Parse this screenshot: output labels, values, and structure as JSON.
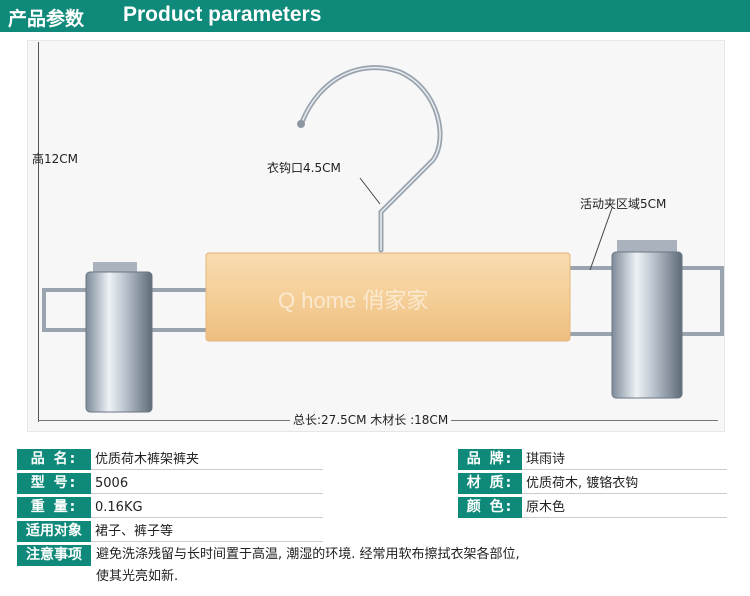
{
  "header": {
    "title_cn": "产品参数",
    "title_en": "Product parameters"
  },
  "figure": {
    "height_label": "高12CM",
    "hook_label": "衣钩口4.5CM",
    "clip_label": "活动夹区域5CM",
    "length_label": "总长:27.5CM  木材长 :18CM",
    "watermark": "Q home 俏家家"
  },
  "specs": {
    "name_label": "品  名:",
    "name_value": "优质荷木裤架裤夹",
    "brand_label": "品  牌:",
    "brand_value": "琪雨诗",
    "model_label": "型  号:",
    "model_value": "5006",
    "material_label": "材  质:",
    "material_value": "优质荷木, 镀铬衣钩",
    "weight_label": "重  量:",
    "weight_value": "0.16KG",
    "color_label": "颜  色:",
    "color_value": "原木色",
    "use_label": "适用对象",
    "use_value": "裙子、裤子等",
    "notes_label": "注意事项",
    "notes_value_line1": "避免洗涤残留与长时间置于高温, 潮湿的环境. 经常用软布擦拭衣架各部位,",
    "notes_value_line2": "使其光亮如新."
  }
}
